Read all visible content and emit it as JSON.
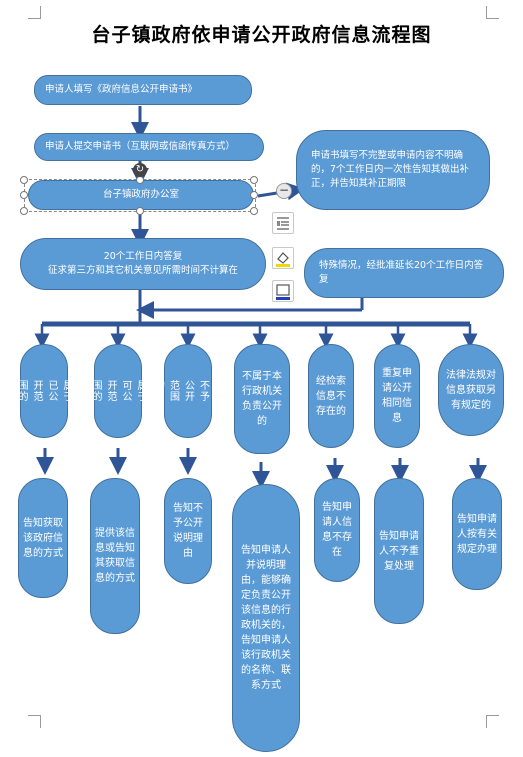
{
  "title": "台子镇政府依申请公开政府信息流程图",
  "steps": {
    "s1": "申请人填写《政府信息公开申请书》",
    "s2": "申请人提交申请书（互联网或信函传真方式）",
    "s3": "台子镇政府办公室",
    "s4": "20个工作日内答复\n征求第三方和其它机关意见所需时间不计算在",
    "side1": "申请书填写不完整或申请内容不明确的，7个工作日内一次性告知其做出补正，并告知其补正期限",
    "side2": "特殊情况，经批准延长20个工作日内答复"
  },
  "categories": [
    "属于\n已公\n开范\n围的",
    "属于\n可公\n开范\n围的",
    "属于\n不予\n公开\n范围\n的",
    "不属于本行政机关负责公开的",
    "经检索信息不存在的",
    "重复申请公开相同信息",
    "法律法规对信息获取另有规定的"
  ],
  "outcomes": [
    "告知获取该政府信息的方式",
    "提供该信息或告知其获取信息的方式",
    "告知不予公开说明理由",
    "告知申请人并说明理由，能够确定负责公开该信息的行政机关的，告知申请人该行政机关的名称、联系方式",
    "告知申请人信息不存在",
    "告知申请人不予重复处理",
    "告知申请人按有关规定办理"
  ]
}
